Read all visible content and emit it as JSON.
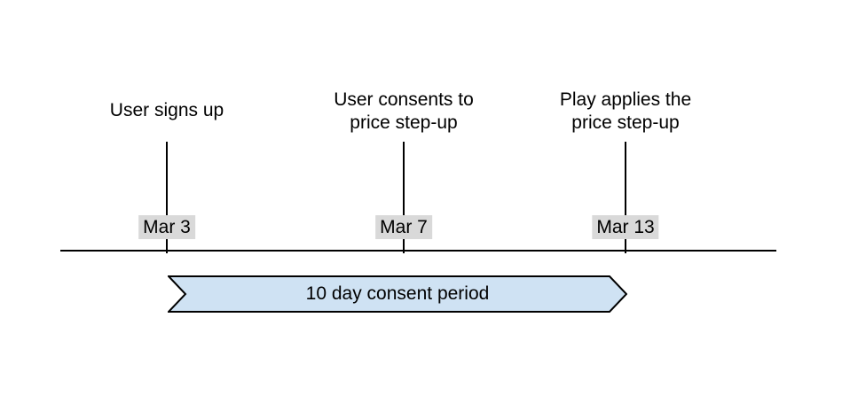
{
  "timeline": {
    "events": [
      {
        "label": "User signs up",
        "date": "Mar 3"
      },
      {
        "label": "User consents to\nprice step-up",
        "date": "Mar 7"
      },
      {
        "label": "Play applies the\nprice step-up",
        "date": "Mar 13"
      }
    ],
    "period": {
      "label": "10 day consent period"
    },
    "colors": {
      "banner_fill": "#cfe2f3",
      "banner_stroke": "#000000",
      "date_badge_bg": "#d9d9d9",
      "axis_line": "#000000"
    }
  }
}
